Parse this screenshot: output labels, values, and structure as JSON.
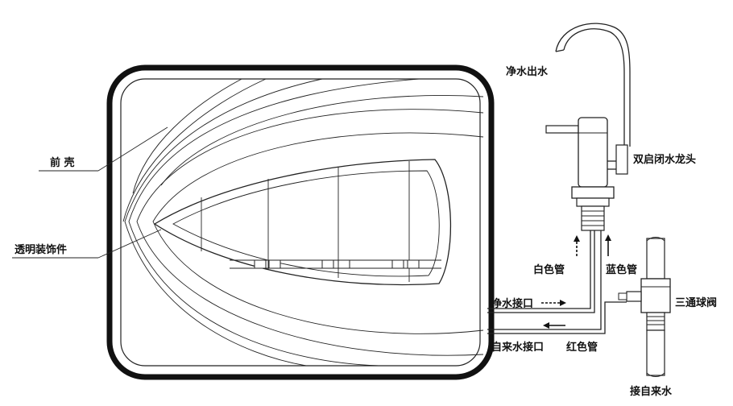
{
  "labels": {
    "front_shell": "前 壳",
    "decor": "透明装饰件",
    "pure_outlet": "净水出水",
    "faucet": "双启闭水龙头",
    "white_tube": "白色管",
    "blue_tube": "蓝色管",
    "pure_port": "净水接口",
    "tap_port": "自来水接口",
    "red_tube": "红色管",
    "valve": "三通球阀",
    "tap_inlet": "接自来水"
  },
  "colors": {
    "line": "#222222",
    "frame": "#111111",
    "background": "#ffffff"
  }
}
